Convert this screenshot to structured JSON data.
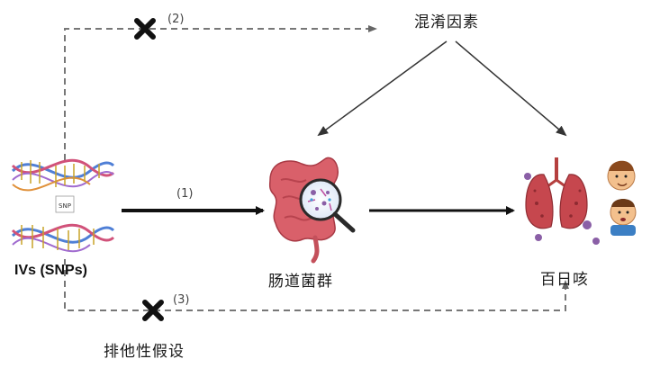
{
  "nodes": {
    "ivs": "IVs (SNPs)",
    "gut": "肠道菌群",
    "pertussis": "百日咳",
    "confounders": "混淆因素"
  },
  "paths": {
    "p1": "(1)",
    "p2": "(2)",
    "p3": "(3)"
  },
  "dna_label": "SNP",
  "assumption": "排他性假设",
  "icons": {
    "dna": "dna-helix-icon",
    "intestine": "intestine-magnifier-icon",
    "lungs": "infected-lungs-icon",
    "child": "coughing-child-icon",
    "cross": "cross-mark-icon"
  },
  "colors": {
    "arrow_solid": "#111111",
    "arrow_dashed": "#777777",
    "intestine": "#d9606a",
    "lungs": "#c6474e",
    "virus": "#8a5fa6"
  }
}
